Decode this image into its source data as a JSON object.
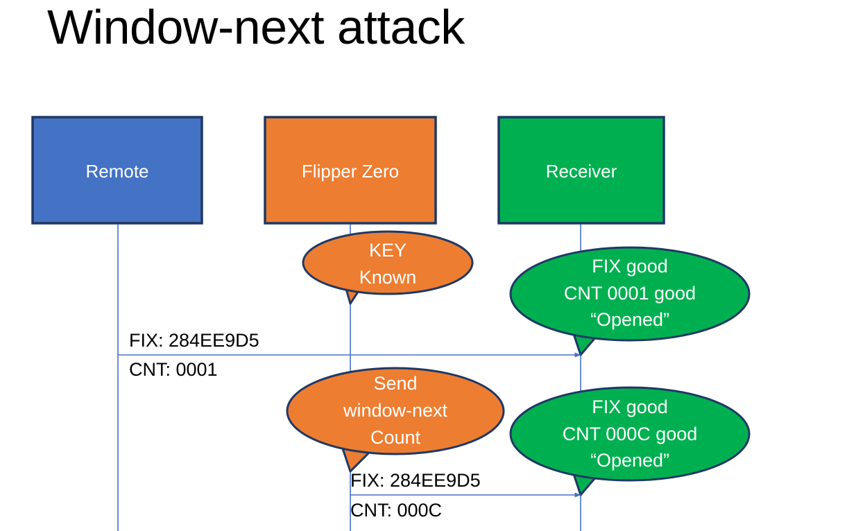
{
  "slide": {
    "title": "Window-next attack"
  },
  "colors": {
    "remote_fill": "#4472C4",
    "flipper_fill": "#ED7D31",
    "receiver_fill": "#00B050",
    "shape_stroke": "#1F3864",
    "lifeline": "#4472C4",
    "arrow": "#4472C4",
    "text_on_shape": "#FFFFFF",
    "text_plain": "#000000",
    "background": "#FFFFFF"
  },
  "actors": [
    {
      "id": "remote",
      "label": "Remote",
      "color_key": "remote_fill"
    },
    {
      "id": "flipper",
      "label": "Flipper Zero",
      "color_key": "flipper_fill"
    },
    {
      "id": "receiver",
      "label": "Receiver",
      "color_key": "receiver_fill"
    }
  ],
  "callouts": [
    {
      "id": "flipper-key-known",
      "owner": "flipper",
      "color_key": "flipper_fill",
      "lines": [
        "KEY",
        "Known"
      ]
    },
    {
      "id": "receiver-accept-0001",
      "owner": "receiver",
      "color_key": "receiver_fill",
      "lines": [
        "FIX good",
        "CNT 0001 good",
        "“Opened”"
      ]
    },
    {
      "id": "flipper-send-window-next",
      "owner": "flipper",
      "color_key": "flipper_fill",
      "lines": [
        "Send",
        "window-next",
        "Count"
      ]
    },
    {
      "id": "receiver-accept-000C",
      "owner": "receiver",
      "color_key": "receiver_fill",
      "lines": [
        "FIX good",
        "CNT 000C good",
        "“Opened”"
      ]
    }
  ],
  "messages": [
    {
      "id": "remote-to-receiver",
      "from": "remote",
      "to": "receiver",
      "label_above": "FIX: 284EE9D5",
      "label_below": "CNT: 0001"
    },
    {
      "id": "flipper-to-receiver",
      "from": "flipper",
      "to": "receiver",
      "label_above": "FIX: 284EE9D5",
      "label_below": "CNT: 000C"
    }
  ]
}
